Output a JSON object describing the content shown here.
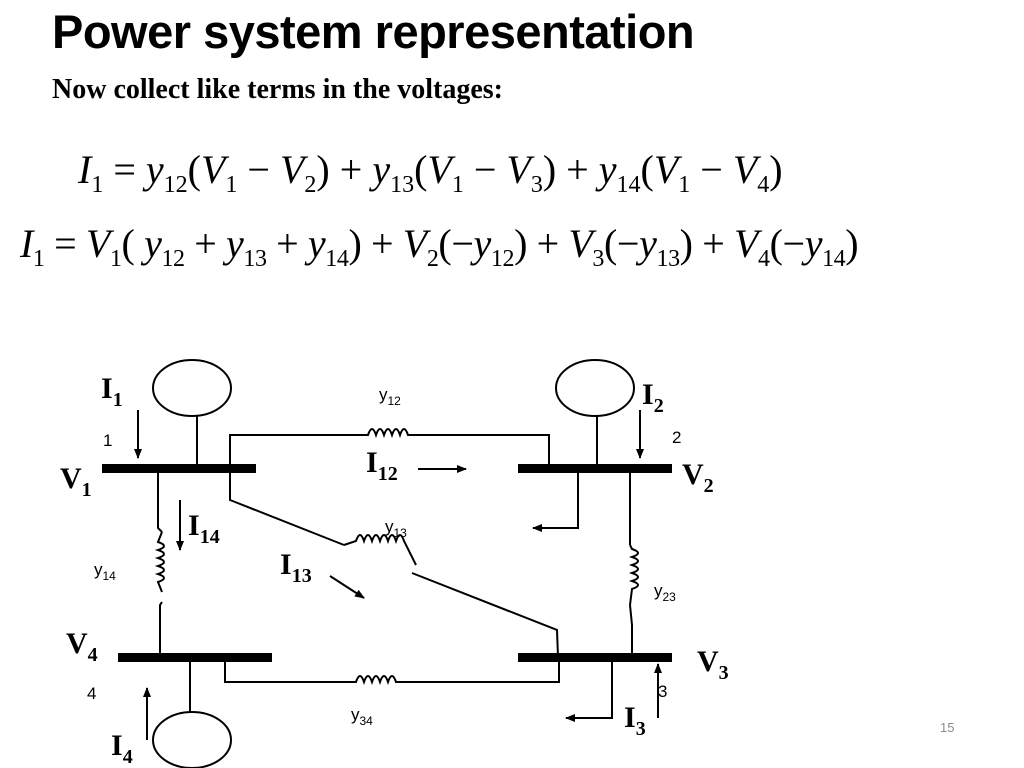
{
  "slide": {
    "title": "Power system representation",
    "subtitle": "Now collect like terms in the voltages:",
    "page_number": "15"
  },
  "equations": {
    "eq1": [
      "I",
      "1",
      " = ",
      "y",
      "12",
      "(",
      "V",
      "1",
      " − ",
      "V",
      "2",
      ") + ",
      "y",
      "13",
      "(",
      "V",
      "1",
      " − ",
      "V",
      "3",
      ") + ",
      "y",
      "14",
      "(",
      "V",
      "1",
      " − ",
      "V",
      "4",
      ")"
    ],
    "eq2": [
      "I",
      "1",
      " = ",
      "V",
      "1",
      "( ",
      "y",
      "12",
      " + ",
      "y",
      "13",
      " + ",
      "y",
      "14",
      ") + ",
      "V",
      "2",
      "(−",
      "y",
      "12",
      ") + ",
      "V",
      "3",
      "(−",
      "y",
      "13",
      ") + ",
      "V",
      "4",
      "(−",
      "y",
      "14",
      ")"
    ]
  },
  "diagram": {
    "buses": [
      {
        "number": "1",
        "voltage": "V",
        "voltage_sub": "1",
        "current": "I",
        "current_sub": "1"
      },
      {
        "number": "2",
        "voltage": "V",
        "voltage_sub": "2",
        "current": "I",
        "current_sub": "2"
      },
      {
        "number": "3",
        "voltage": "V",
        "voltage_sub": "3",
        "current": "I",
        "current_sub": "3"
      },
      {
        "number": "4",
        "voltage": "V",
        "voltage_sub": "4",
        "current": "I",
        "current_sub": "4"
      }
    ],
    "admittances": [
      {
        "name": "y",
        "sub": "12"
      },
      {
        "name": "y",
        "sub": "13"
      },
      {
        "name": "y",
        "sub": "14"
      },
      {
        "name": "y",
        "sub": "23"
      },
      {
        "name": "y",
        "sub": "34"
      }
    ],
    "branch_currents": [
      {
        "name": "I",
        "sub": "12"
      },
      {
        "name": "I",
        "sub": "13"
      },
      {
        "name": "I",
        "sub": "14"
      }
    ]
  }
}
